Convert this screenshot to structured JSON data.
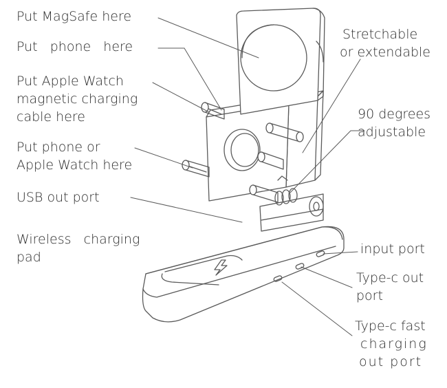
{
  "labels": {
    "magsafe": "Put MagSafe here",
    "phone_top": "Put   phone   here",
    "watch_1": "Put Apple Watch",
    "watch_2": "magnetic charging",
    "watch_3": "cable here",
    "phone_or_watch_1": "Put phone or",
    "phone_or_watch_2": "Apple Watch here",
    "usb_out": "USB out port",
    "wireless_1": "Wireless   charging",
    "wireless_2": "pad",
    "stretch_1": "Stretchable",
    "stretch_2": "or extendable",
    "deg_1": "90 degrees",
    "deg_2": "adjustable",
    "input": "input port",
    "typec_1": "Type-c out",
    "typec_2": "port",
    "fast_1": "Type-c fast",
    "fast_2": "charging",
    "fast_3": "out port"
  },
  "colors": {
    "line": "#5a5a5a",
    "text": "#2b2b2b"
  }
}
